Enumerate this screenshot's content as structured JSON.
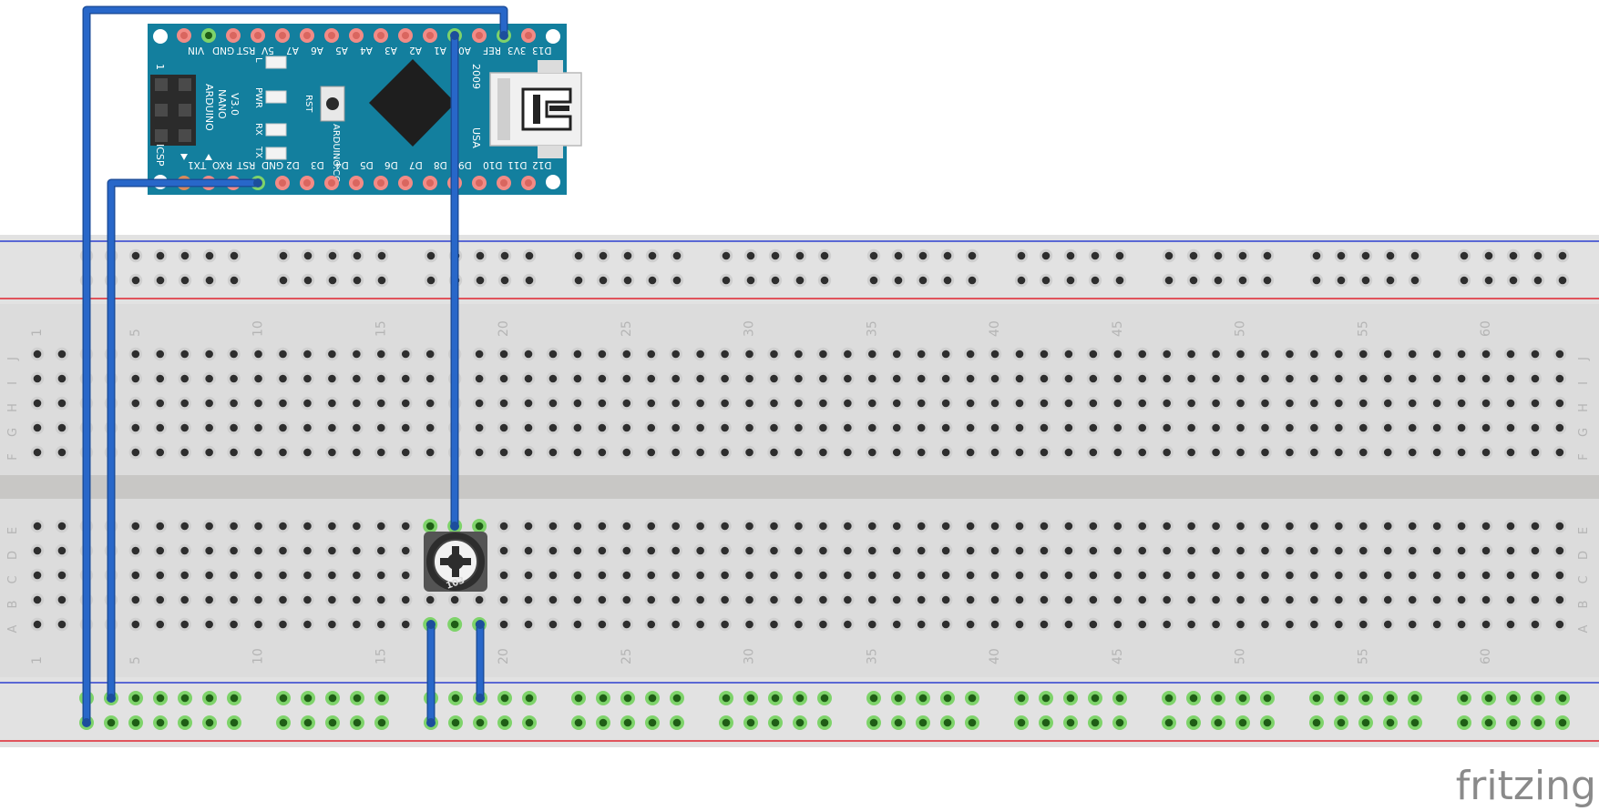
{
  "colors": {
    "breadboard": "#dcdcdc",
    "breadboard_rail": "#e2e2e2",
    "breadboard_trench": "#c8c7c5",
    "hole": "#2e2e2e",
    "hole_highlight": "#7ed36a",
    "rail_blue": "#2c3fd0",
    "rail_red": "#e0252f",
    "wire": "#2867c9",
    "wire_edge": "#1c4e9c",
    "arduino_board": "#137f9e",
    "arduino_pin": "#f28b86",
    "label_text": "#ffffff",
    "breadboard_label": "#b5b5b5",
    "logo": "#8a8a8a"
  },
  "arduino": {
    "name_lines": [
      "ARDUINO",
      "NANO",
      "V3.0"
    ],
    "site": "ARDUINO.CC",
    "year": "2009",
    "country": "USA",
    "icsp_label": "ICSP",
    "icsp_pin1": "1",
    "rst_button_label": "RST",
    "led_labels": [
      "L",
      "PWR",
      "RX",
      "TX"
    ],
    "top_pins": [
      "VIN",
      "GND",
      "RST",
      "5V",
      "A7",
      "A6",
      "A5",
      "A4",
      "A3",
      "A2",
      "A1",
      "A0",
      "REF",
      "3V3",
      "D13"
    ],
    "bottom_pins": [
      "TX1",
      "RXO",
      "RST",
      "GND",
      "D2",
      "D3",
      "D4",
      "D5",
      "D6",
      "D7",
      "D8",
      "D9",
      "D10",
      "D11",
      "D12"
    ]
  },
  "breadboard": {
    "columns": 63,
    "column_numbers": [
      "1",
      "5",
      "10",
      "15",
      "20",
      "25",
      "30",
      "35",
      "40",
      "45",
      "50",
      "55",
      "60"
    ],
    "top_rows": [
      "J",
      "I",
      "H",
      "G",
      "F"
    ],
    "bottom_rows": [
      "E",
      "D",
      "C",
      "B",
      "A"
    ]
  },
  "potentiometer": {
    "marking": "103"
  },
  "logo": {
    "text": "fritzing"
  }
}
